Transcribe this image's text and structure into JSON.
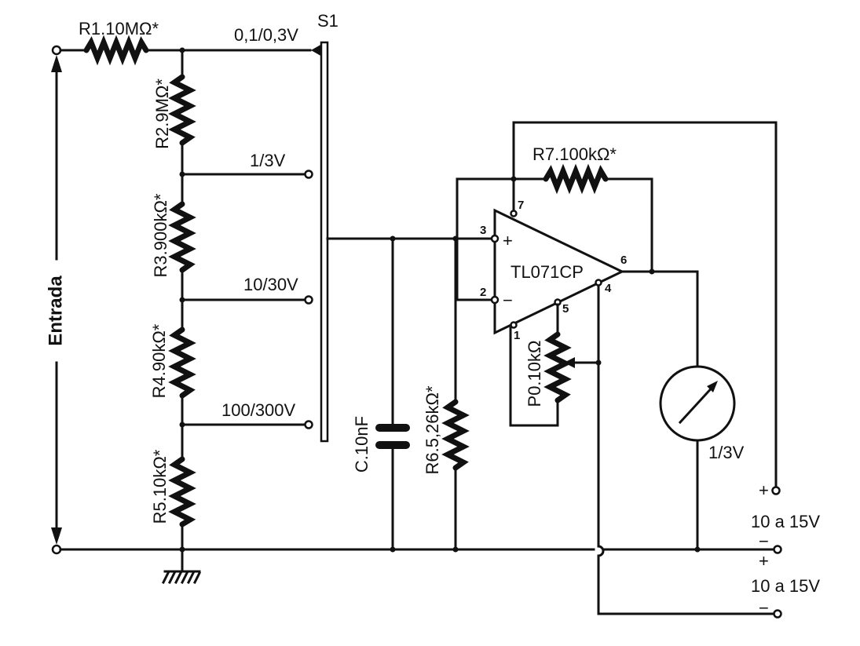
{
  "components": {
    "r1": "R1.10MΩ*",
    "r2": "R2.9MΩ*",
    "r3": "R3.900kΩ*",
    "r4": "R4.90kΩ*",
    "r5": "R5.10kΩ*",
    "r6": "R6.5,26kΩ*",
    "r7": "R7.100kΩ*",
    "p0": "P0.10kΩ",
    "c": "C.10nF",
    "ic": "TL071CP",
    "switch": "S1",
    "meter": "1/3V"
  },
  "ranges": [
    "0,1/0,3V",
    "1/3V",
    "10/30V",
    "100/300V"
  ],
  "input_label": "Entrada",
  "pins": {
    "p1": "1",
    "p2": "2",
    "p3": "3",
    "p4": "4",
    "p5": "5",
    "p6": "6",
    "p7": "7",
    "plus": "+",
    "minus": "−"
  },
  "supply": {
    "pos_label": "10 a 15V",
    "neg_label": "10 a 15V",
    "plus": "+",
    "minus": "−"
  }
}
